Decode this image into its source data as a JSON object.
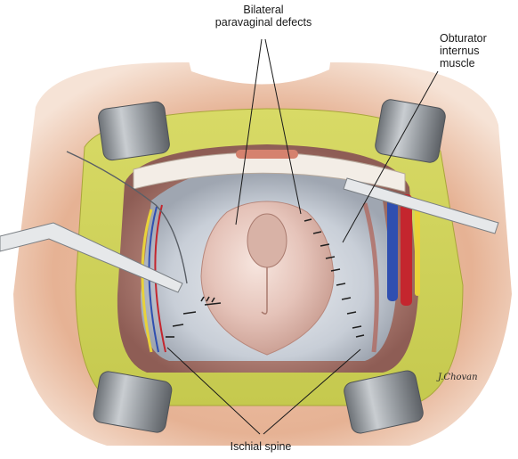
{
  "labels": {
    "paravaginal_line1": "Bilateral",
    "paravaginal_line2": "paravaginal defects",
    "obturator_line1": "Obturator",
    "obturator_line2": "internus",
    "obturator_line3": "muscle",
    "ischial_spine": "Ischial spine"
  },
  "signature": "J.Chovan",
  "colors": {
    "skin": "#e9b79a",
    "fat": "#cfd25a",
    "cavity": "#b8857a",
    "bladder": "#e8c9c0",
    "retractor": "#8f9499",
    "artery": "#c4262e",
    "vein": "#2f4fb0",
    "nerve": "#e8d23a"
  }
}
